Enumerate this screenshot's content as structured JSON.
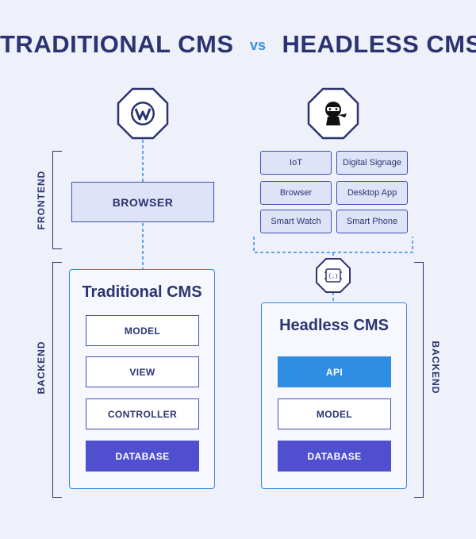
{
  "title": {
    "left": "TRADITIONAL CMS",
    "vs": "vs",
    "right": "HEADLESS CMS"
  },
  "labels": {
    "frontend": "FRONTEND",
    "backend_left": "BACKEND",
    "backend_right": "BACKEND"
  },
  "traditional": {
    "logo_icon": "wordpress-logo",
    "browser": "BROWSER",
    "panel_title": "Traditional CMS",
    "layers": [
      "MODEL",
      "VIEW",
      "CONTROLLER",
      "DATABASE"
    ]
  },
  "headless": {
    "logo_icon": "ninja-mascot",
    "devices": [
      "IoT",
      "Digital Signage",
      "Browser",
      "Desktop App",
      "Smart Watch",
      "Smart Phone"
    ],
    "api_icon": "api-connector-icon",
    "api_icon_text": "{;}",
    "panel_title": "Headless CMS",
    "layers": [
      "API",
      "MODEL",
      "DATABASE"
    ]
  },
  "colors": {
    "background": "#eef0fa",
    "navy": "#2b3470",
    "blue": "#2f8de4",
    "database": "#4f4fcf",
    "light": "#dfe3f7"
  }
}
